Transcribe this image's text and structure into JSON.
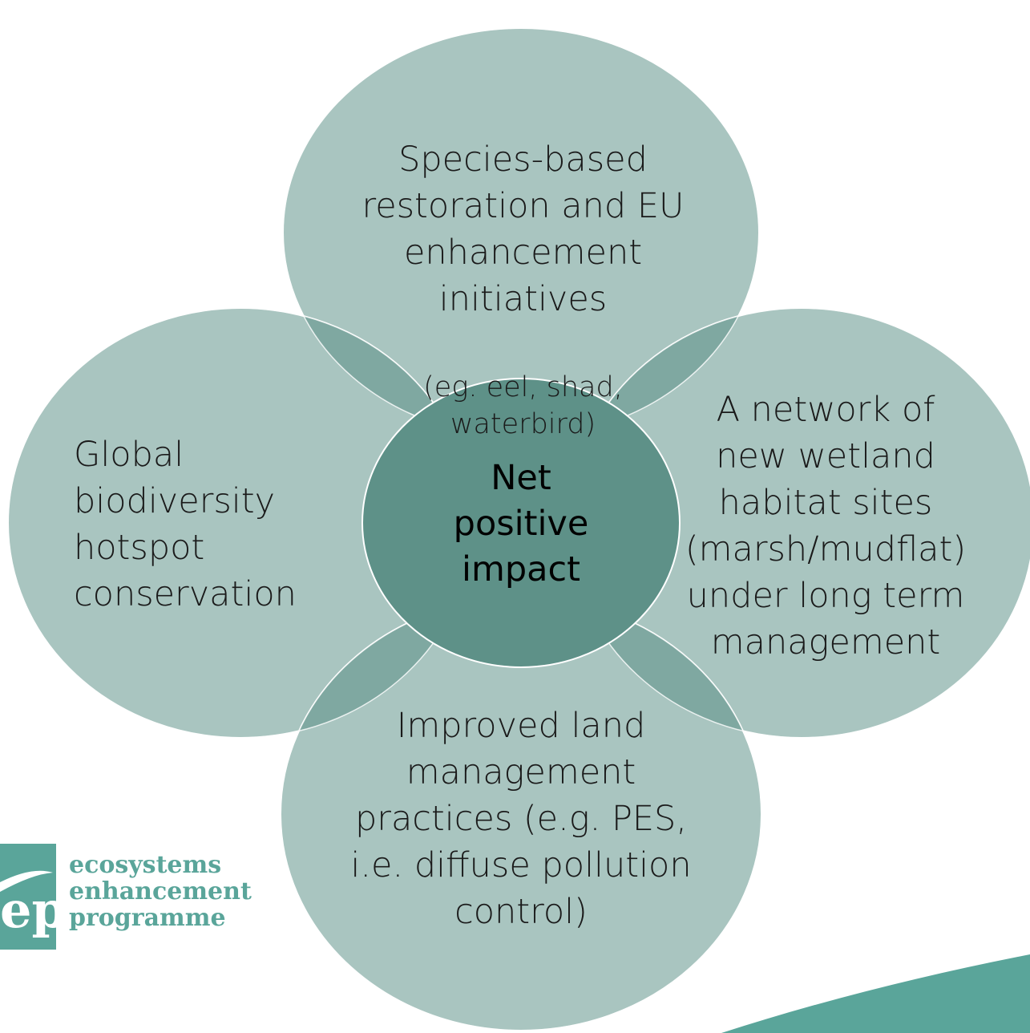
{
  "diagram": {
    "center": {
      "label": "Net\npositive\nimpact"
    },
    "petals": {
      "top": {
        "label": "Species-based\nrestoration and EU\nenhancement\ninitiatives",
        "sublabel": "(eg. eel, shad,\nwaterbird)"
      },
      "left": {
        "label": "Global\nbiodiversity\nhotspot\nconservation"
      },
      "right": {
        "label": "A network of\nnew wetland\nhabitat sites\n(marsh/mudflat)\nunder long term\nmanagement"
      },
      "bottom": {
        "label": "Improved land\nmanagement\npractices (e.g. PES,\ni.e. diffuse pollution\ncontrol)"
      }
    },
    "colors": {
      "petal": "#a9c5c0",
      "overlap": "#7fa8a1",
      "center": "#5e9188",
      "outline": "#ffffff"
    }
  },
  "logo": {
    "mark": "ep",
    "line1": "ecosystems",
    "line2": "enhancement",
    "line3": "programme",
    "color": "#5aa59a"
  },
  "decoration": {
    "swoosh_color": "#5aa59a"
  }
}
